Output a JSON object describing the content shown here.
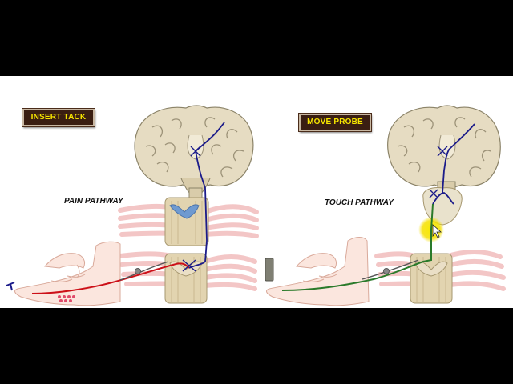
{
  "buttons": {
    "insert_tack": "INSERT TACK",
    "move_probe": "MOVE PROBE"
  },
  "labels": {
    "pain_pathway": "PAIN PATHWAY",
    "touch_pathway": "TOUCH PATHWAY"
  },
  "colors": {
    "pain_fiber": "#cc1018",
    "touch_fiber": "#2a7a2a",
    "ascending_tract": "#1b1b8a",
    "button_text": "#f6e500",
    "button_bg": "#3a1e12",
    "highlight": "#f5e000"
  },
  "icons": {
    "tack": "tack-icon",
    "probe": "probe-icon",
    "cursor": "cursor-arrow-icon"
  }
}
